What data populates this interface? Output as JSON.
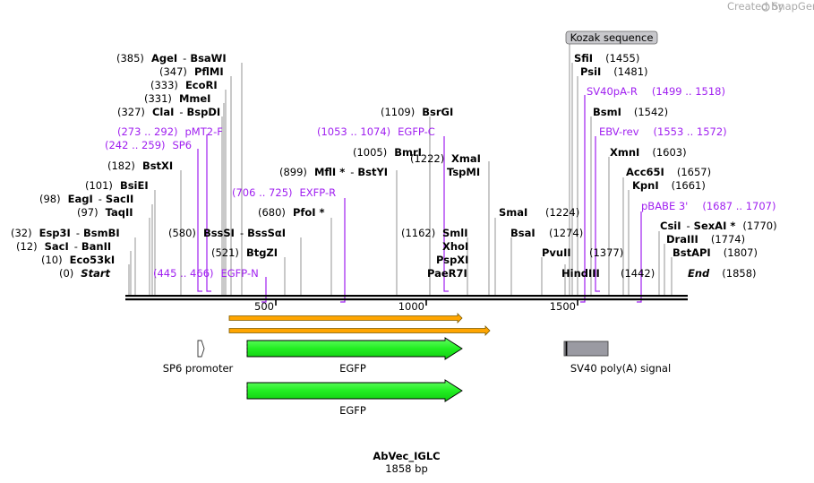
{
  "watermark": {
    "prefix": "Created by",
    "brand": "SnapGene"
  },
  "plasmid": {
    "name": "AbVec_IGLC",
    "length_label": "1858 bp"
  },
  "start_label": "Start",
  "end_label": "End",
  "start_pos": "(0)",
  "end_pos": "(1858)",
  "kozak_label": "Kozak sequence",
  "ruler": [
    "500",
    "1000",
    "1500"
  ],
  "enzymes": {
    "agei": "AgeI",
    "bsawi": "BsaWI",
    "pos385": "(385)",
    "pflmi": "PflMI",
    "pos347": "(347)",
    "ecori": "EcoRI",
    "pos333": "(333)",
    "mmei": "MmeI",
    "pos331": "(331)",
    "clai": "ClaI",
    "bspdi": "BspDI",
    "pos327": "(327)",
    "bstxi": "BstXI",
    "pos182": "(182)",
    "bsiei": "BsiEI",
    "pos101": "(101)",
    "eagi": "EagI",
    "sacii": "SacII",
    "pos98": "(98)",
    "taqii": "TaqII",
    "pos97": "(97)",
    "esp3i": "Esp3I",
    "bsmbi": "BsmBI",
    "pos32": "(32)",
    "saci": "SacI",
    "banii": "BanII",
    "pos12": "(12)",
    "eco53ki": "Eco53kI",
    "pos10": "(10)",
    "bsssi": "BssSI",
    "bsssai": "BssSαI",
    "pos580": "(580)",
    "btgzi": "BtgZI",
    "pos521": "(521)",
    "pfoi": "PfoI *",
    "pos680": "(680)",
    "mfli": "MflI *",
    "bstyi": "BstYI",
    "pos899": "(899)",
    "bsrgi": "BsrGI",
    "pos1109": "(1109)",
    "bmri": "BmrI",
    "pos1005": "(1005)",
    "xmai": "XmaI",
    "tspmi": "TspMI",
    "pos1222": "(1222)",
    "smli": "SmlI",
    "xhoi": "XhoI",
    "pspxi": "PspXI",
    "paer7i": "PaeR7I",
    "pos1162": "(1162)",
    "smai": "SmaI",
    "pos1224": "(1224)",
    "bsai": "BsaI",
    "pos1274": "(1274)",
    "pvuii": "PvuII",
    "pos1377": "(1377)",
    "hindiii": "HindIII",
    "pos1442": "(1442)",
    "sfii": "SfiI",
    "pos1455": "(1455)",
    "psii": "PsiI",
    "pos1481": "(1481)",
    "bsmi": "BsmI",
    "pos1542": "(1542)",
    "xmni": "XmnI",
    "pos1603": "(1603)",
    "acc65i": "Acc65I",
    "pos1657": "(1657)",
    "kpni": "KpnI",
    "pos1661": "(1661)",
    "csii": "CsiI",
    "sexai": "SexAI *",
    "pos1770": "(1770)",
    "draiii": "DraIII",
    "pos1774": "(1774)",
    "bstapi": "BstAPI",
    "pos1807": "(1807)"
  },
  "primers": {
    "pmt2f": {
      "name": "pMT2-F",
      "range": "(273 .. 292)"
    },
    "sp6": {
      "name": "SP6",
      "range": "(242 .. 259)"
    },
    "egfpn": {
      "name": "EGFP-N",
      "range": "(445 .. 466)"
    },
    "exfpr": {
      "name": "EXFP-R",
      "range": "(706 .. 725)"
    },
    "egfpc": {
      "name": "EGFP-C",
      "range": "(1053 .. 1074)"
    },
    "sv40par": {
      "name": "SV40pA-R",
      "range": "(1499 .. 1518)"
    },
    "ebvrev": {
      "name": "EBV-rev",
      "range": "(1553 .. 1572)"
    },
    "pbabe3": {
      "name": "pBABE 3'",
      "range": "(1687 .. 1707)"
    }
  },
  "features": {
    "sp6_promoter": "SP6 promoter",
    "egfp1": "EGFP",
    "egfp2": "EGFP",
    "sv40": "SV40 poly(A) signal"
  },
  "colors": {
    "primer": "#a020f0",
    "egfp": "#22ee33",
    "orf": "#ffa500",
    "sv40": "#9a9aa2",
    "kozak": "#c8c8cc"
  }
}
